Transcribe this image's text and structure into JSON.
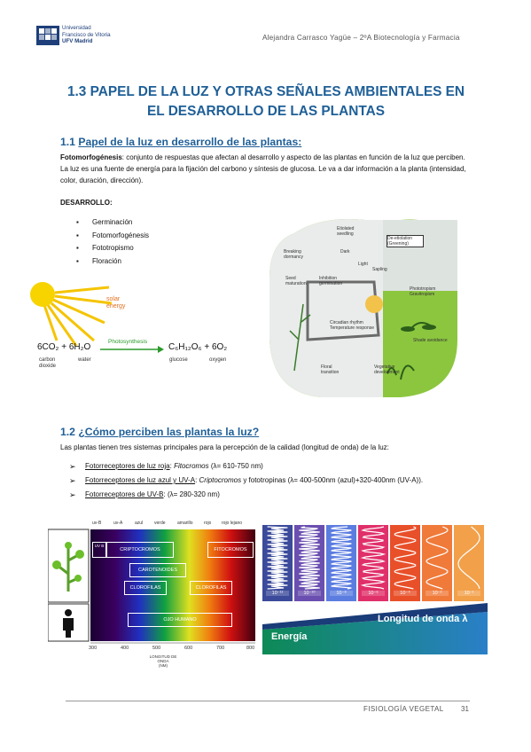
{
  "header": {
    "logo_line1": "Universidad",
    "logo_line2": "Francisco de Vitoria",
    "logo_line3": "UFV Madrid",
    "author": "Alejandra Carrasco Yagüe – 2ºA Biotecnología y Farmacia"
  },
  "title_line1": "1.3 PAPEL DE LA LUZ Y OTRAS SEÑALES AMBIENTALES EN",
  "title_line2": "EL DESARROLLO DE LAS PLANTAS",
  "section1": {
    "number": "1.1",
    "heading": "Papel de la luz en desarrollo de las plantas:",
    "term": "Fotomorfogénesis",
    "definition": ": conjunto de respuestas que afectan al desarrollo y aspecto de las plantas en función de la luz que perciben. La luz es una fuente de energía para la fijación del carbono y síntesis de glucosa. Le va a dar información a la planta (intensidad, color, duración, dirección).",
    "desarrollo_label": "DESARROLLO:",
    "list": [
      "Germinación",
      "Fotomorfogénesis",
      "Fototropismo",
      "Floración"
    ]
  },
  "photosynthesis": {
    "solar": "solar",
    "energy": "energy",
    "reactants": "6CO₂ + 6H₂O",
    "arrow_label": "Photosynthesis",
    "products": "C₆H₁₂O₆ + 6O₂",
    "labels": [
      "carbon",
      "dioxide",
      "water",
      "glucose",
      "oxygen"
    ]
  },
  "cycle": {
    "labels": [
      "Etiolated seedling",
      "De-etiolation (Greening)",
      "Breaking dormancy",
      "Dark",
      "Light",
      "Seed maturation",
      "Inhibition germination",
      "Sapling",
      "Phototropism Gravitropism",
      "Circadian rhythm Temperature response",
      "Shade avoidance",
      "Floral transition",
      "Vegetative development"
    ]
  },
  "section2": {
    "number": "1.2",
    "heading": "¿Cómo perciben las plantas la luz?",
    "intro": "Las plantas tienen tres sistemas principales para la percepción de la calidad (longitud de onda) de la luz:",
    "items": [
      {
        "label": "Fotorreceptores de luz roja",
        "rest": ": ",
        "italic": "Fitocromos",
        "tail": " (λ= 610-750 nm)"
      },
      {
        "label": "Fotorreceptores de luz azul y UV-A",
        "rest": ": ",
        "italic": "Criptocromos",
        "tail": " y fototropinas (λ= 400-500nm (azul)+320-400nm (UV-A))."
      },
      {
        "label": "Fotorreceptores de UV-B",
        "rest": ": ",
        "italic": "",
        "tail": "(λ= 280-320 nm)"
      }
    ]
  },
  "spectrum": {
    "top_labels": [
      "uv-B",
      "uv-A",
      "azul",
      "verde",
      "amarillo",
      "rojo",
      "rojo lejano"
    ],
    "boxes": [
      "UV B",
      "CRIPTOCROMOS",
      "FITOCROMOS",
      "CAROTENOIDES",
      "CLOROFILAS",
      "CLOROFILAS",
      "OJO HUMANO"
    ],
    "axis_ticks": [
      "300",
      "400",
      "500",
      "600",
      "700",
      "800"
    ],
    "axis_label1": "LONGITUD DE ONDA",
    "axis_label2": "(NM)"
  },
  "waves": {
    "labels": [
      "10⁻¹²",
      "10⁻¹⁰",
      "10⁻⁸",
      "10⁻⁶",
      "10⁻⁴",
      "10⁻²",
      "10⁻¹"
    ],
    "colors": [
      "#3b4a9a",
      "#6a4fb0",
      "#5c7de0",
      "#e0306a",
      "#e8502a",
      "#f07a3a",
      "#f2a04a"
    ],
    "title": "Longitud de onda λ",
    "energy": "Energía"
  },
  "footer": {
    "subject": "FISIOLOGÍA VEGETAL",
    "page": "31"
  }
}
